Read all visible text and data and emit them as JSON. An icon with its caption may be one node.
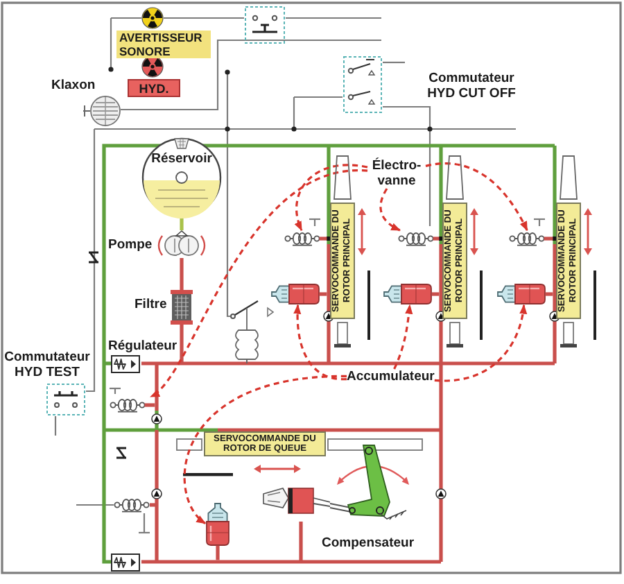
{
  "diagram": {
    "nodes": [
      {
        "text": [
          "AVERTISSEUR SONORE"
        ]
      },
      {
        "text": [
          "HYD."
        ]
      },
      {
        "text": [
          "Réservoir"
        ]
      },
      {
        "text": [
          "Électro-vanne"
        ]
      },
      {
        "text": [
          "SERVOCOMMANDE DU ROTOR PRINCIPAL"
        ]
      },
      {
        "text": [
          "SERVOCOMMANDE DU ROTOR PRINCIPAL"
        ]
      },
      {
        "text": [
          "SERVOCOMMANDE DU ROTOR PRINCIPAL"
        ]
      },
      {
        "text": [],
        "shape": "picture"
      },
      {
        "text": [],
        "shape": "picture"
      },
      {
        "text": [],
        "shape": "picture"
      },
      {
        "text": [],
        "shape": "picture"
      },
      {
        "text": [],
        "shape": "picture"
      },
      {
        "text": [],
        "shape": "picture"
      },
      {
        "text": [
          "Accumulateur"
        ]
      },
      {
        "text": [],
        "shape": "picture"
      },
      {
        "text": [
          "SERVOCOMMANDE DU ROTOR DE QUEUE"
        ]
      },
      {
        "text": [],
        "shape": "picture"
      }
    ],
    "edges": [
      {
        "from": 3,
        "to": 7,
        "arrow": "to",
        "style": "dashed"
      },
      {
        "from": 3,
        "to": 8,
        "arrow": "to",
        "style": "dashed"
      },
      {
        "from": 3,
        "to": 9,
        "arrow": "to",
        "style": "dashed"
      },
      {
        "from": 3,
        "to": 14,
        "arrow": "to",
        "style": "dashed"
      },
      {
        "from": 13,
        "to": 10,
        "arrow": "to",
        "style": "dashed"
      },
      {
        "from": 13,
        "to": 11,
        "arrow": "to",
        "style": "dashed"
      },
      {
        "from": 13,
        "to": 12,
        "arrow": "to",
        "style": "dashed"
      },
      {
        "from": 13,
        "to": 16,
        "arrow": "to",
        "style": "dashed"
      }
    ],
    "labels": [
      "Klaxon",
      "Commutateur HYD CUT OFF",
      "Pompe",
      "Filtre",
      "Régulateur",
      "Commutateur HYD TEST",
      "Compensateur"
    ]
  }
}
